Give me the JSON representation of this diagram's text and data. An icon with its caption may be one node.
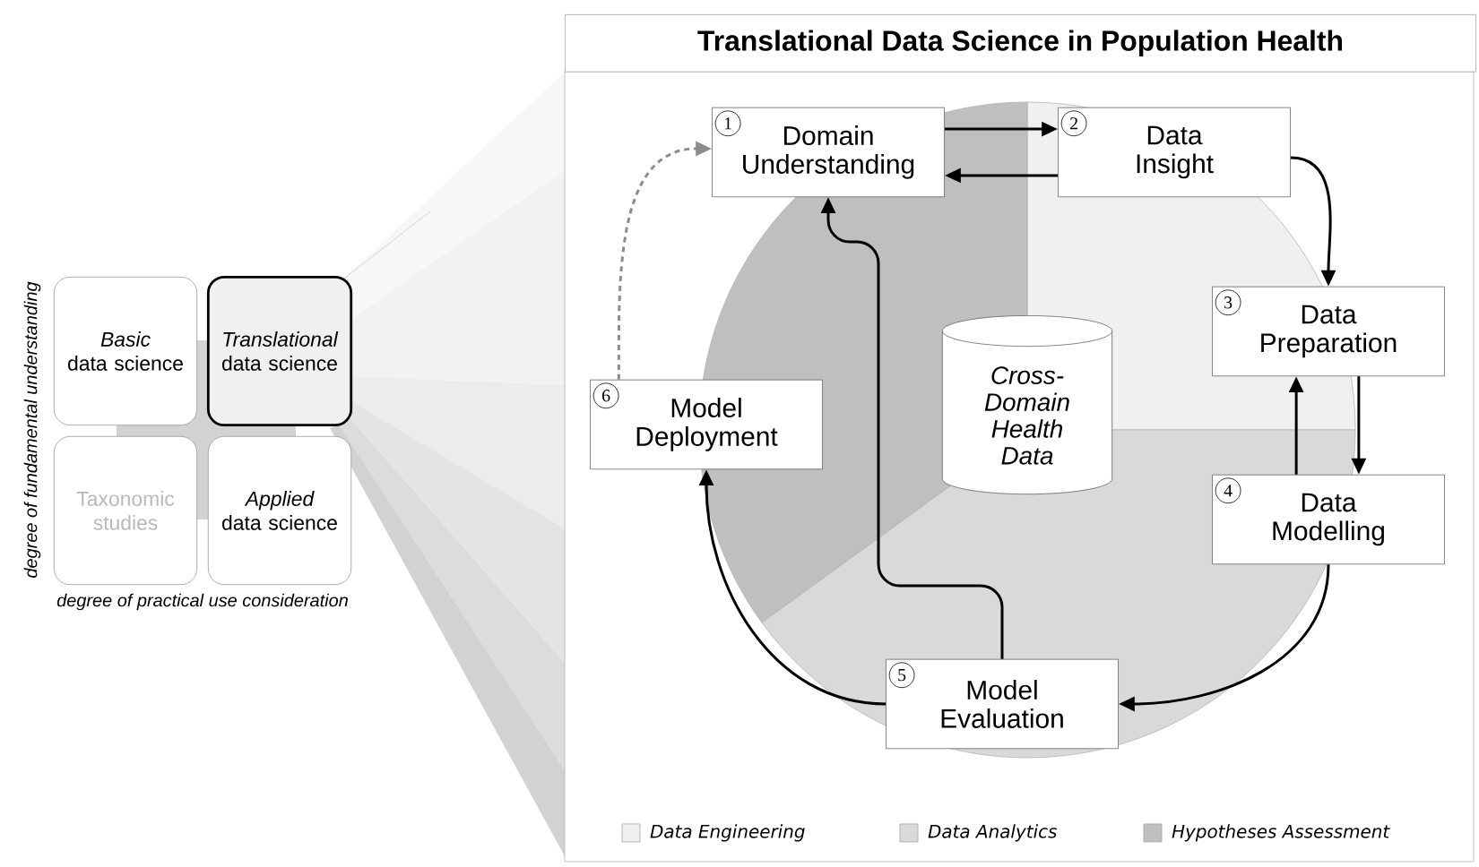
{
  "diagram": {
    "title": "Translational Data Science in Population Health",
    "nodes": [
      {
        "text": [
          "Basic",
          "data science"
        ]
      },
      {
        "text": [
          "Translational",
          "data science"
        ]
      },
      {
        "text": [
          "Taxonomic studies"
        ]
      },
      {
        "text": [
          "Applied",
          "data science"
        ]
      },
      {
        "text": [
          "1",
          "Domain Understanding"
        ]
      },
      {
        "text": [
          "2",
          "Data Insight"
        ]
      },
      {
        "text": [
          "3",
          "Data Preparation"
        ]
      },
      {
        "text": [
          "4",
          "Data Modelling"
        ]
      },
      {
        "text": [
          "5",
          "Model Evaluation"
        ]
      },
      {
        "text": [
          "6",
          "Model Deployment"
        ]
      },
      {
        "text": [
          "Cross-Domain Health Data"
        ]
      }
    ],
    "edges": [
      {
        "from": 4,
        "to": 5,
        "arrow": "to"
      },
      {
        "from": 5,
        "to": 4,
        "arrow": "to"
      },
      {
        "from": 5,
        "to": 6,
        "arrow": "to"
      },
      {
        "from": 6,
        "to": 7,
        "arrow": "to"
      },
      {
        "from": 7,
        "to": 6,
        "arrow": "to"
      },
      {
        "from": 7,
        "to": 8,
        "arrow": "to"
      },
      {
        "from": 8,
        "to": 9,
        "arrow": "to"
      },
      {
        "from": 8,
        "to": 4,
        "arrow": "to"
      },
      {
        "from": 9,
        "to": 4,
        "arrow": "to",
        "style": "dashed",
        "color": "#8c8c8c"
      }
    ],
    "labels": [
      "degree of fundamental understanding",
      "degree of practical use consideration"
    ],
    "legend": [
      {
        "text": "Data Engineering",
        "color": "#f0f0f0"
      },
      {
        "text": "Data Analytics",
        "color": "#d9d9d9"
      },
      {
        "text": "Hypotheses Assessment",
        "color": "#bfbfbf"
      }
    ]
  }
}
